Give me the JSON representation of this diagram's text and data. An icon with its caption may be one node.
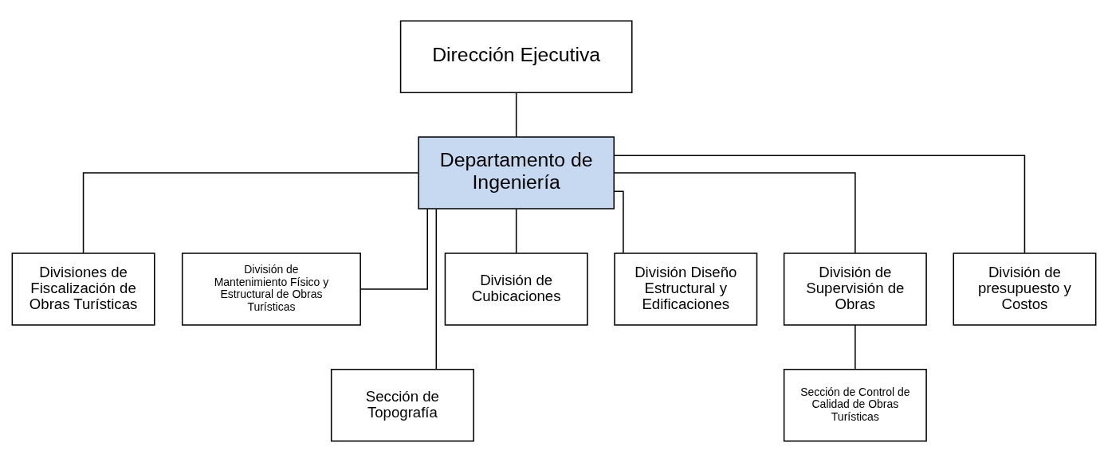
{
  "diagram": {
    "nodes": [
      {
        "text": [
          "Dirección Ejecutiva"
        ]
      },
      {
        "text": [
          "Departamento de Ingeniería"
        ]
      },
      {
        "text": [
          "Divisiones de Fiscalización de Obras Turísticas"
        ]
      },
      {
        "text": [
          "División de Mantenimiento Físico y Estructural de Obras Turísticas"
        ]
      },
      {
        "text": [
          "Sección de Topografía"
        ]
      },
      {
        "text": [
          "División de Cubicaciones"
        ]
      },
      {
        "text": [
          "División Diseño Estructural y Edificaciones"
        ]
      },
      {
        "text": [
          "División de Supervisión de Obras"
        ]
      },
      {
        "text": [
          "Sección de Control de Calidad de Obras Turísticas"
        ]
      },
      {
        "text": [
          "División de presupuesto y Costos"
        ]
      }
    ],
    "edges": [
      {
        "from": 0,
        "to": 1,
        "arrow": "none"
      },
      {
        "from": 1,
        "to": 2,
        "arrow": "none"
      },
      {
        "from": 1,
        "to": 3,
        "arrow": "none"
      },
      {
        "from": 1,
        "to": 4,
        "arrow": "none"
      },
      {
        "from": 1,
        "to": 5,
        "arrow": "none"
      },
      {
        "from": 1,
        "to": 6,
        "arrow": "none"
      },
      {
        "from": 1,
        "to": 7,
        "arrow": "none"
      },
      {
        "from": 1,
        "to": 9,
        "arrow": "none"
      },
      {
        "from": 7,
        "to": 8,
        "arrow": "none"
      }
    ]
  }
}
